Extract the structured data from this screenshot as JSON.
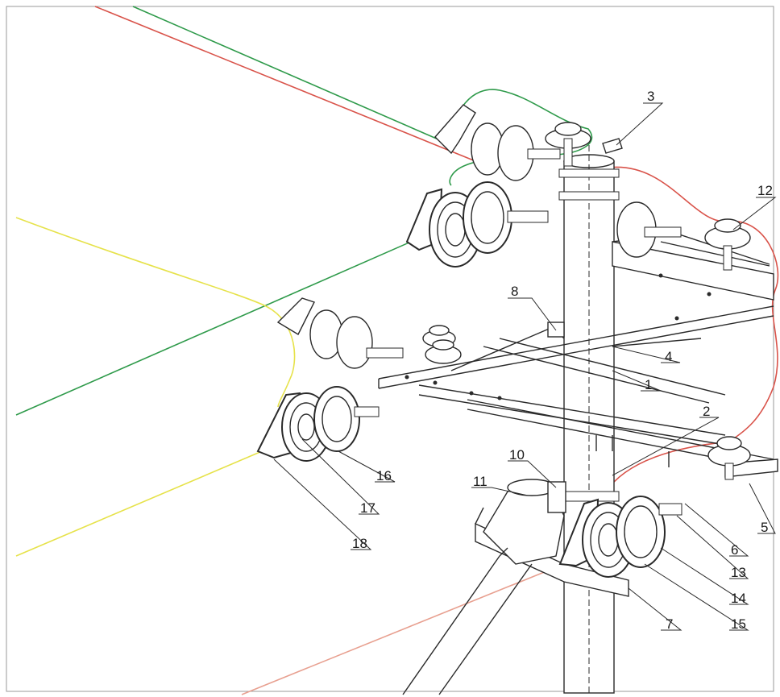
{
  "diagram": {
    "type": "technical-assembly-drawing",
    "colors": {
      "wire_red": "#d9534a",
      "wire_green": "#2e9a4a",
      "wire_yellow": "#e6e24a",
      "wire_salmon": "#e8a090",
      "ink": "#2a2a2a",
      "paper": "#ffffff"
    },
    "callouts": [
      {
        "id": "c1",
        "label": "1"
      },
      {
        "id": "c2",
        "label": "2"
      },
      {
        "id": "c3",
        "label": "3"
      },
      {
        "id": "c4",
        "label": "4"
      },
      {
        "id": "c5",
        "label": "5"
      },
      {
        "id": "c6",
        "label": "6"
      },
      {
        "id": "c7",
        "label": "7"
      },
      {
        "id": "c8",
        "label": "8"
      },
      {
        "id": "c10",
        "label": "10"
      },
      {
        "id": "c11",
        "label": "11"
      },
      {
        "id": "c12",
        "label": "12"
      },
      {
        "id": "c13",
        "label": "13"
      },
      {
        "id": "c14",
        "label": "14"
      },
      {
        "id": "c15",
        "label": "15"
      },
      {
        "id": "c16",
        "label": "16"
      },
      {
        "id": "c17",
        "label": "17"
      },
      {
        "id": "c18",
        "label": "18"
      }
    ]
  }
}
